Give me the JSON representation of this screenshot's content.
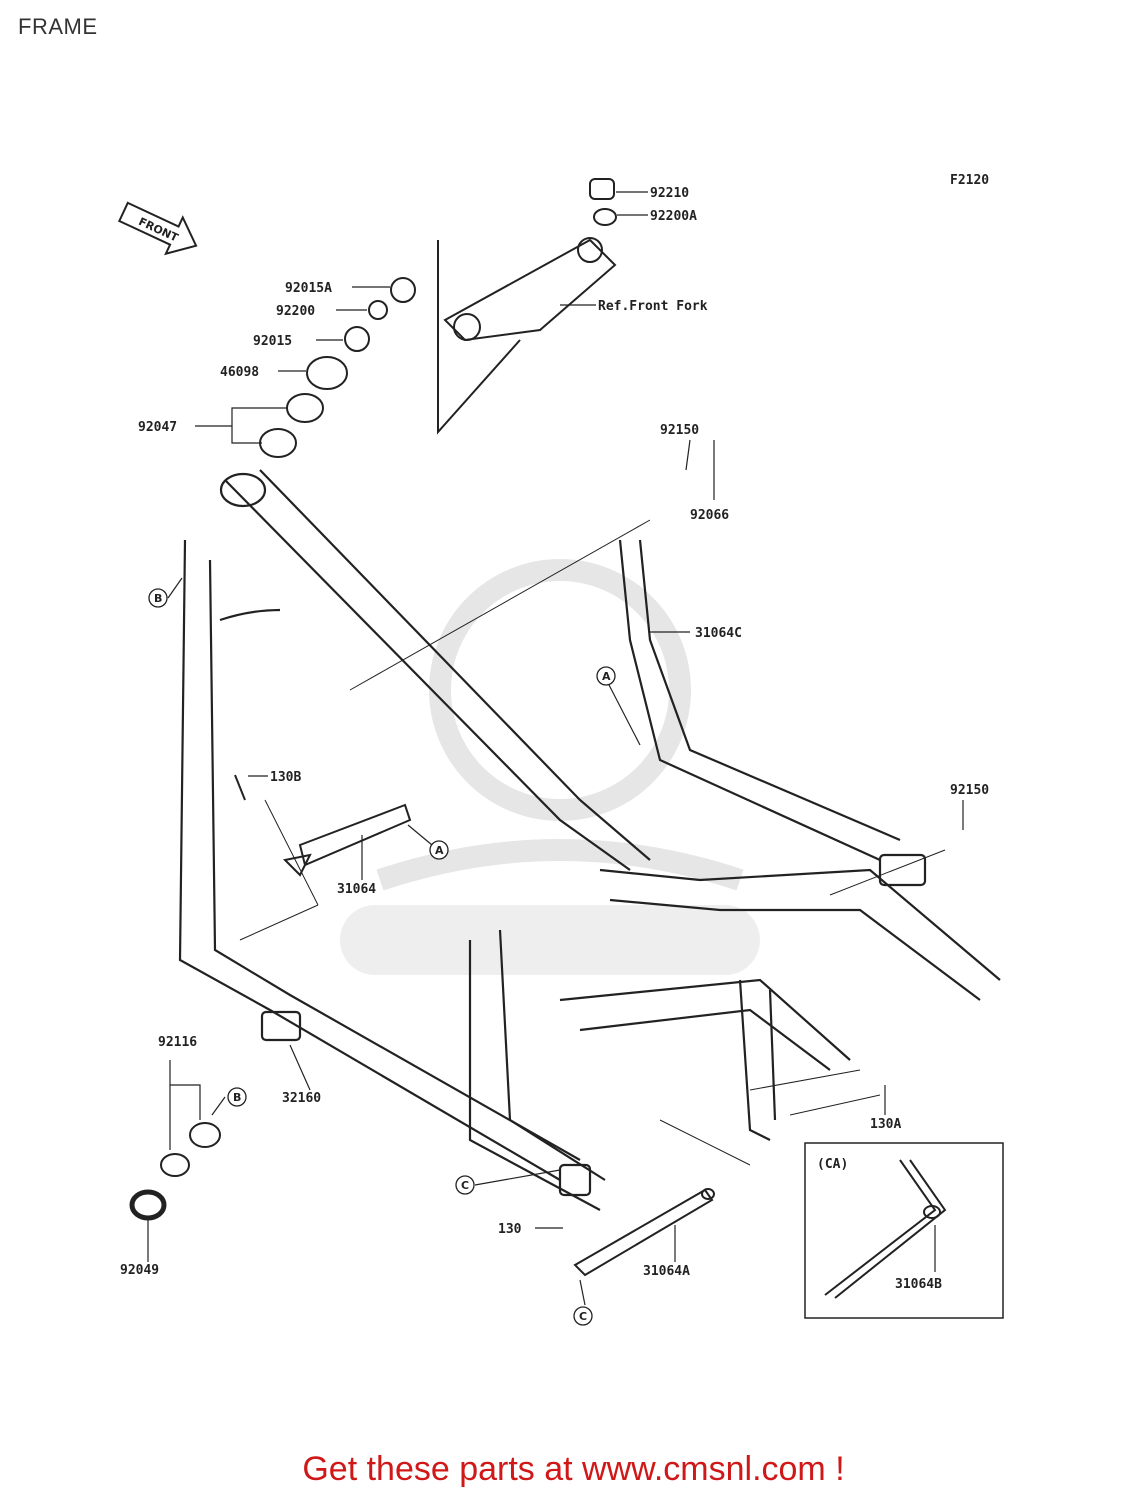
{
  "page": {
    "title": "FRAME",
    "figure_code": "F2120",
    "front_label": "FRONT",
    "footer": "Get these parts at www.cmsnl.com !"
  },
  "part_labels": {
    "p92210": "92210",
    "p92200A": "92200A",
    "ref_front_fork": "Ref.Front Fork",
    "p92015A": "92015A",
    "p92200": "92200",
    "p92015": "92015",
    "p46098": "46098",
    "p92047": "92047",
    "p92150_top": "92150",
    "p92066": "92066",
    "p31064C": "31064C",
    "p130B": "130B",
    "p31064": "31064",
    "p92150_right": "92150",
    "p92116": "92116",
    "p32160": "32160",
    "p130A": "130A",
    "p130": "130",
    "p31064A": "31064A",
    "p92049": "92049",
    "ca_box": "(CA)",
    "p31064B": "31064B"
  },
  "callouts": {
    "a1": "A",
    "a2": "A",
    "b1": "B",
    "b2": "B",
    "c1": "C",
    "c2": "C"
  },
  "colors": {
    "line": "#222222",
    "footer_text": "#d01818",
    "watermark": "#e6e6e6"
  }
}
